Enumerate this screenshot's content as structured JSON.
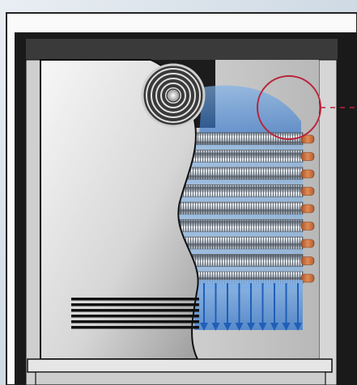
{
  "illustration": {
    "subject": "refrigeration-unit-evaporator-cutaway",
    "fan_icon": "fan-icon",
    "arrow_icon": "down-arrow-icon",
    "callout_icon": "circle-callout-icon",
    "fin_rows": 9,
    "airflow_arrows": 9,
    "vent_slots": 6
  },
  "colors": {
    "background": "#dfe7ee",
    "frame": "#1a1a1a",
    "panel_light": "#f2f2f2",
    "panel_mid": "#bdbdbd",
    "airflow": "#4a8fd8",
    "airflow_dark": "#1f5fb8",
    "copper": "#d3733e",
    "callout": "#b8243a",
    "fin_light": "#e8eef4",
    "fin_dark": "#6b7480"
  }
}
